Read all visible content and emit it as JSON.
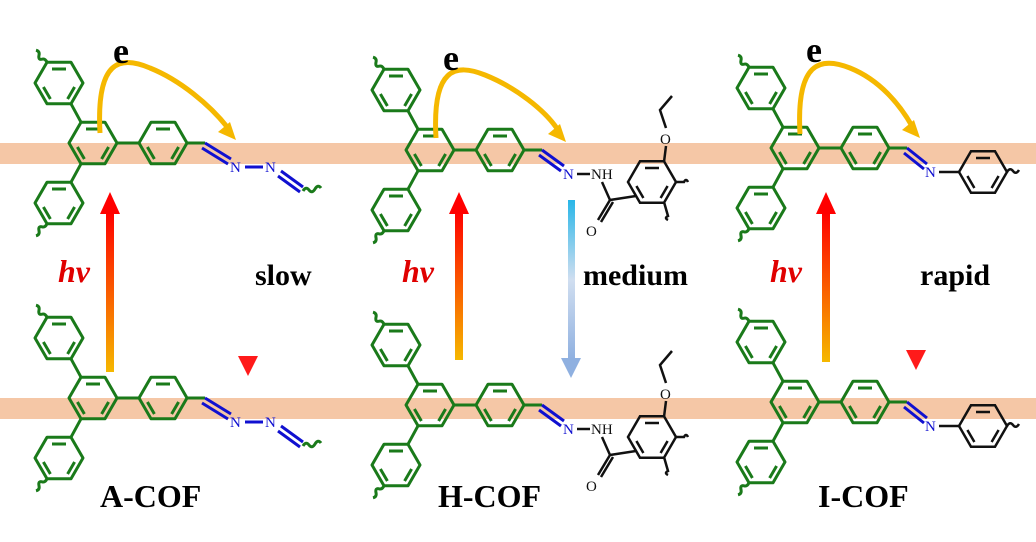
{
  "panels": [
    {
      "title": "A-COF",
      "rate": "slow",
      "excitation": "hv",
      "electron": "e",
      "atoms": [
        "N",
        "N"
      ]
    },
    {
      "title": "H-COF",
      "rate": "medium",
      "excitation": "hv",
      "electron": "e",
      "atoms": [
        "N",
        "NH",
        "O",
        "O"
      ]
    },
    {
      "title": "I-COF",
      "rate": "rapid",
      "excitation": "hv",
      "electron": "e",
      "atoms": [
        "N"
      ]
    }
  ],
  "colors": {
    "band": "#f5c7a6",
    "framework": "#1a7a1a",
    "nitrogen": "#1010d0",
    "electron_arrow": "#f5b800",
    "hv_arrow_top": "#ff0000",
    "hv_arrow_bottom": "#f5b800",
    "medium_arrow_top": "#29b6e8",
    "medium_arrow_bottom": "#8fb0e0"
  }
}
